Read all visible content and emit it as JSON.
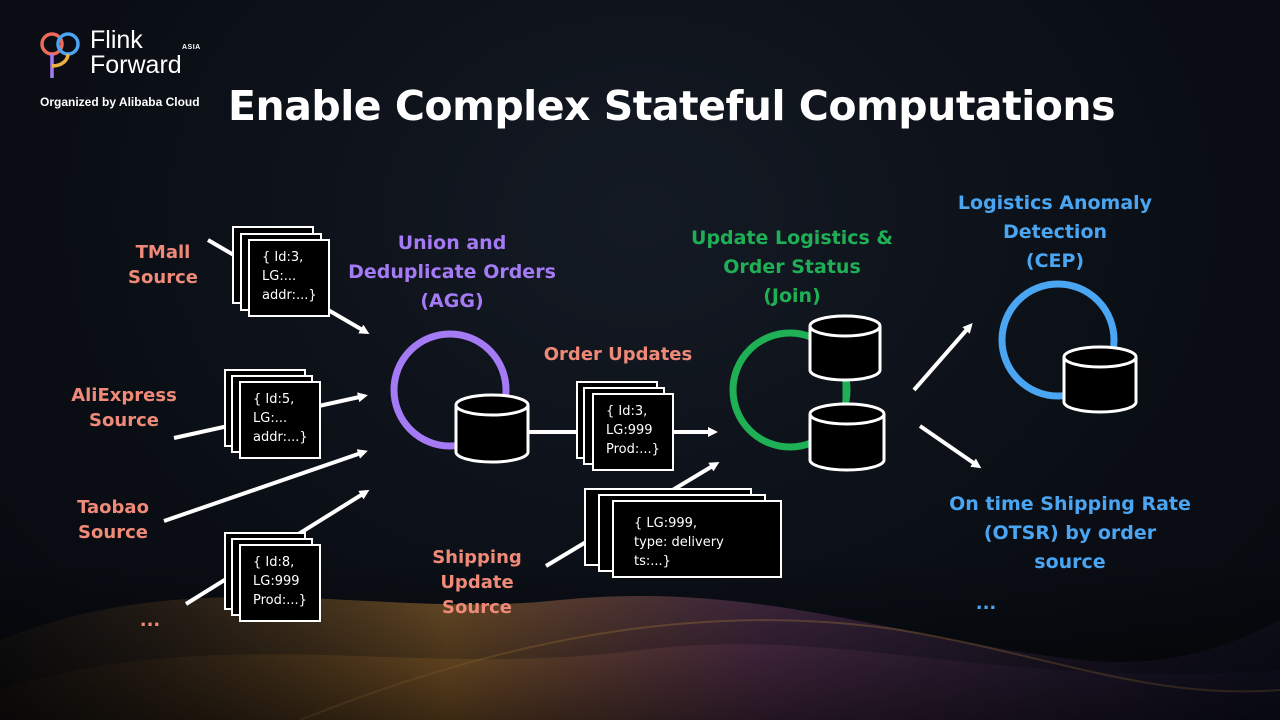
{
  "logo": {
    "line1": "Flink",
    "line2": "Forward",
    "badge": "ASIA",
    "organizer": "Organized by Alibaba Cloud"
  },
  "title": "Enable Complex Stateful Computations",
  "sources": {
    "tmall": [
      "TMall",
      "Source"
    ],
    "aliexpress": [
      "AliExpress",
      "Source"
    ],
    "taobao": [
      "Taobao",
      "Source"
    ],
    "more": "..."
  },
  "records": {
    "tmall": [
      "{ Id:3,",
      "LG:...",
      "addr:...}"
    ],
    "aliexpress": [
      "{ Id:5,",
      "LG:...",
      "addr:...}"
    ],
    "more": [
      "{ Id:8,",
      "LG:999",
      "Prod:...}"
    ],
    "order_update": [
      "{ Id:3,",
      "LG:999",
      "Prod:...}"
    ],
    "shipping": [
      "{ LG:999,",
      "type: delivery",
      "ts:...}"
    ]
  },
  "agg": [
    "Union and",
    "Deduplicate Orders",
    "(AGG)"
  ],
  "order_updates": "Order Updates",
  "shipping_source": [
    "Shipping",
    "Update",
    "Source"
  ],
  "join": [
    "Update Logistics &",
    "Order Status",
    "(Join)"
  ],
  "cep": [
    "Logistics Anomaly",
    "Detection",
    "(CEP)"
  ],
  "otsr": [
    "On time Shipping Rate",
    "(OTSR) by order",
    "source"
  ],
  "outputs_more": "...",
  "colors": {
    "source": "#f08a78",
    "agg": "#a57af5",
    "join": "#1fb056",
    "output": "#4aa5f2"
  }
}
